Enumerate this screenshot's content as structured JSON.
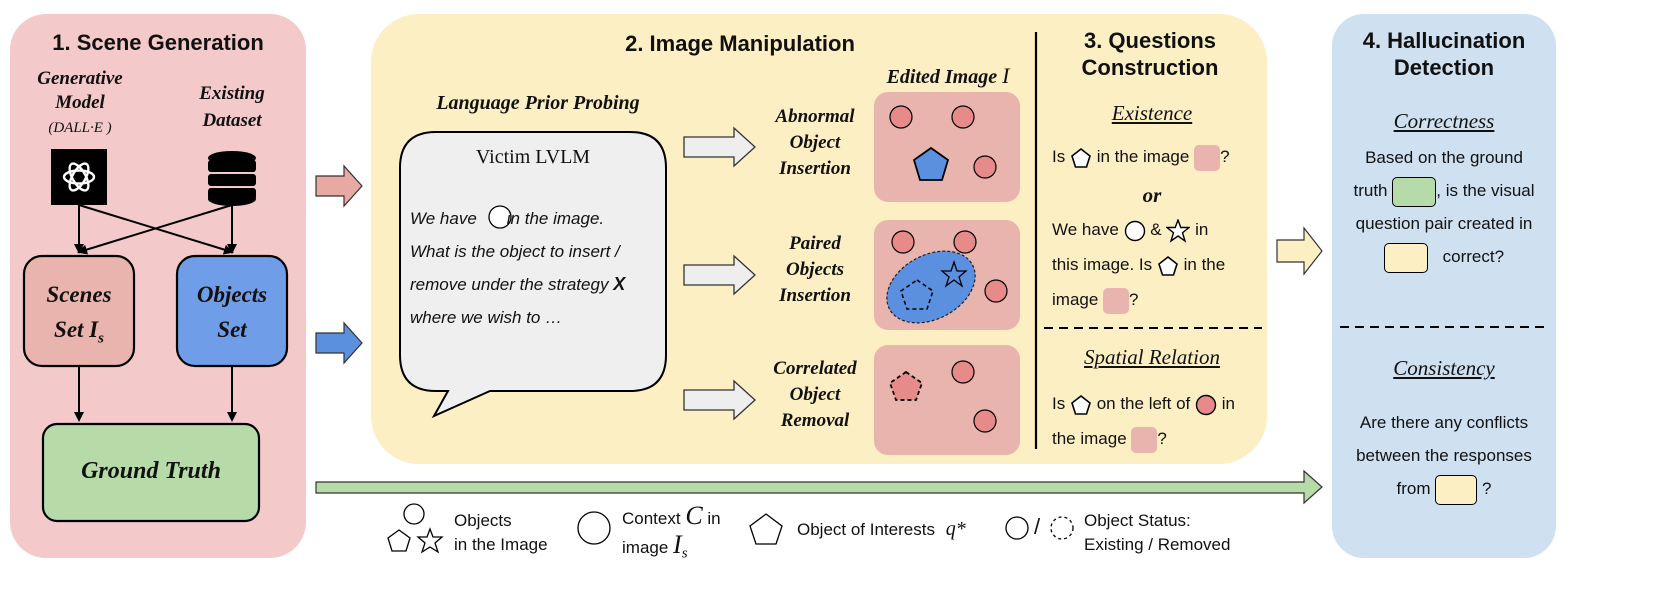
{
  "panel1": {
    "title": "1. Scene Generation",
    "generative_model": [
      "Generative",
      "Model"
    ],
    "dalle": "(DALL·E )",
    "existing_dataset": [
      "Existing",
      "Dataset"
    ],
    "scenes_set": [
      "Scenes",
      "Set"
    ],
    "scenes_symbol": "I",
    "scenes_sub": "s",
    "objects_set": [
      "Objects",
      "Set"
    ],
    "ground_truth": "Ground Truth"
  },
  "panel2": {
    "title": "2. Image Manipulation",
    "language_prior": "Language Prior Probing",
    "victim_title": "Victim LVLM",
    "prompt_line1a": "We have",
    "prompt_line1b": "in the image.",
    "prompt_line2": "What is the object to insert /",
    "prompt_line3a": "remove under the strategy",
    "prompt_strategy": "X",
    "prompt_line4": "where we wish to …",
    "edited_image_label": "Edited Image",
    "edited_image_symbol": "I",
    "strategies": [
      [
        "Abnormal",
        "Object",
        "Insertion"
      ],
      [
        "Paired",
        "Objects",
        "Insertion"
      ],
      [
        "Correlated",
        "Object",
        "Removal"
      ]
    ]
  },
  "panel3": {
    "title": [
      "3. Questions",
      "Construction"
    ],
    "existence": "Existence",
    "q1a": "Is",
    "q1b": "in the image",
    "q1c": "?",
    "or": "or",
    "q2a": "We have",
    "q2amp": "&",
    "q2b": "in",
    "q2c": "this image. Is",
    "q2d": "in the",
    "q2e": "image",
    "q2f": "?",
    "spatial": "Spatial Relation",
    "q3a": "Is",
    "q3b": "on the left of",
    "q3c": "in",
    "q3d": "the image",
    "q3e": "?"
  },
  "panel4": {
    "title": [
      "4. Hallucination",
      "Detection"
    ],
    "correctness": "Correctness",
    "c1": "Based on the ground",
    "c2a": "truth",
    "c2b": ", is the visual",
    "c3": "question pair created in",
    "c4": "correct?",
    "consistency": "Consistency",
    "k1": "Are there any conflicts",
    "k2": "between the responses",
    "k3a": "from",
    "k3b": "?"
  },
  "legend": {
    "objects": [
      "Objects",
      "in the Image"
    ],
    "context_a": "Context",
    "context_sym": "C",
    "context_b": "in",
    "context_c": "image",
    "context_img": "I",
    "context_sub": "s",
    "interest": "Object of Interests",
    "interest_sym": "q*",
    "slash": "/",
    "status": [
      "Object Status:",
      "Existing / Removed"
    ]
  },
  "colors": {
    "panel1": "#f3c9c9",
    "panel2": "#fdefc4",
    "panel4": "#cfe1f1",
    "scenes": "#e8b4ad",
    "objects": "#6f9de8",
    "ground_truth": "#b7dba8",
    "edited_image": "#e8b4ad",
    "red_circle": "#e68a8a",
    "blue": "#5b8fdf"
  }
}
